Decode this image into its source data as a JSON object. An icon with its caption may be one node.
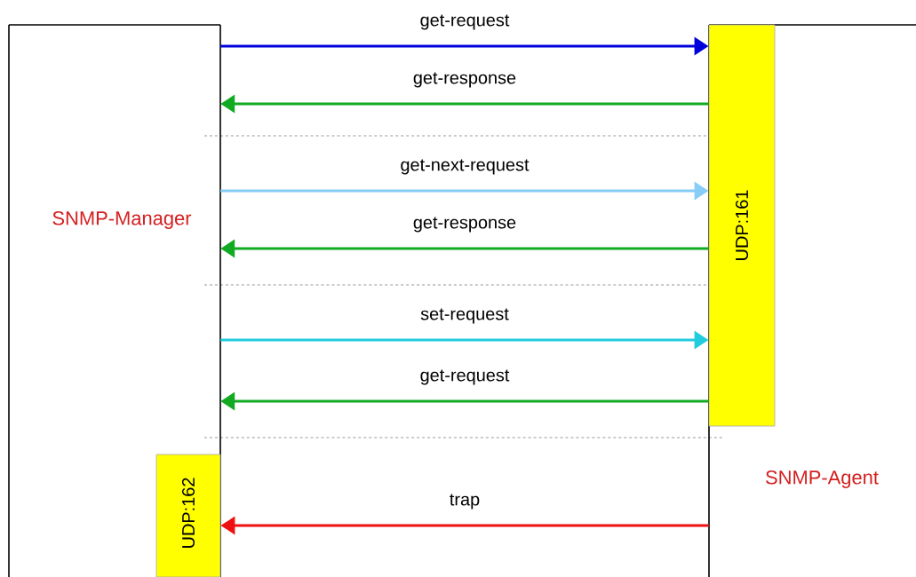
{
  "diagram": {
    "nodes": [
      {
        "text": [
          "SNMP-Manager"
        ]
      },
      {
        "text": [
          "SNMP-Agent"
        ]
      },
      {
        "text": [
          "UDP:161"
        ],
        "in": 1
      },
      {
        "text": [
          "UDP:162"
        ],
        "in": 0
      }
    ],
    "edges": [
      {
        "from": 0,
        "to": 2,
        "arrow": "to",
        "label": "get-request",
        "color": "#0000dd"
      },
      {
        "from": 2,
        "to": 0,
        "arrow": "to",
        "label": "get-response"
      },
      {
        "from": 0,
        "to": 2,
        "arrow": "to",
        "label": "get-next-request",
        "color": "#88ccf8"
      },
      {
        "from": 2,
        "to": 0,
        "arrow": "to",
        "label": "get-response"
      },
      {
        "from": 0,
        "to": 2,
        "arrow": "to",
        "label": "set-request",
        "color": "#22ccdd"
      },
      {
        "from": 2,
        "to": 0,
        "arrow": "to",
        "label": "get-request"
      },
      {
        "from": 1,
        "to": 3,
        "arrow": "to",
        "label": "trap",
        "color": "#ee1111"
      }
    ]
  }
}
